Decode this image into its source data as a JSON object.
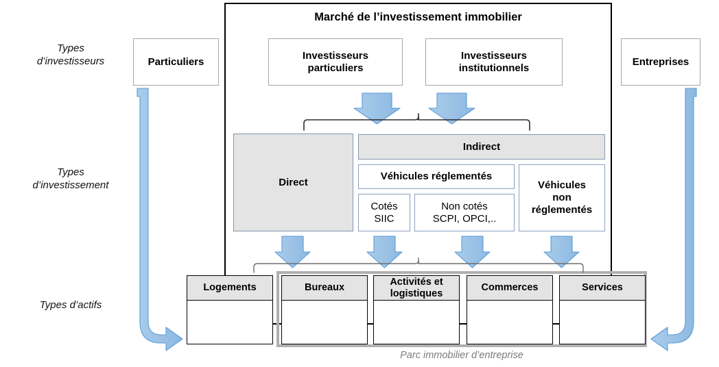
{
  "row_labels": [
    {
      "name": "types-investisseurs",
      "text": "Types\nd’investisseurs"
    },
    {
      "name": "types-investissement",
      "text": "Types\nd’investissement"
    },
    {
      "name": "types-actifs",
      "text": "Types d’actifs"
    }
  ],
  "frame": {
    "title": "Marché de l’investissement immobilier"
  },
  "outer_actors": {
    "left": "Particuliers",
    "right": "Entreprises"
  },
  "investors": [
    {
      "name": "investisseurs-particuliers",
      "label": "Investisseurs\nparticuliers"
    },
    {
      "name": "investisseurs-institutionnels",
      "label": "Investisseurs\ninstitutionnels"
    }
  ],
  "investment_types": {
    "direct": "Direct",
    "indirect": "Indirect",
    "vehicules_reglementes": "Véhicules réglementés",
    "cotes": "Cotés\nSIIC",
    "non_cotes": "Non cotés\nSCPI, OPCI,..",
    "vehicules_non_reglementes": "Véhicules\nnon\nréglementés"
  },
  "assets": [
    {
      "name": "logements",
      "label": "Logements"
    },
    {
      "name": "bureaux",
      "label": "Bureaux"
    },
    {
      "name": "activites-logistiques",
      "label": "Activités et\nlogistiques"
    },
    {
      "name": "commerces",
      "label": "Commerces"
    },
    {
      "name": "services",
      "label": "Services"
    }
  ],
  "caption": "Parc immobilier d’entreprise",
  "colors": {
    "arrow_fill": "#9dc3e6",
    "arrow_stroke": "#5b9bd5",
    "box_gray": "#e4e4e4",
    "box_blue_border": "#8496b0",
    "frame_black": "#000000",
    "caption_gray": "#7b7b7b",
    "parc_border": "#b0b0b0"
  }
}
